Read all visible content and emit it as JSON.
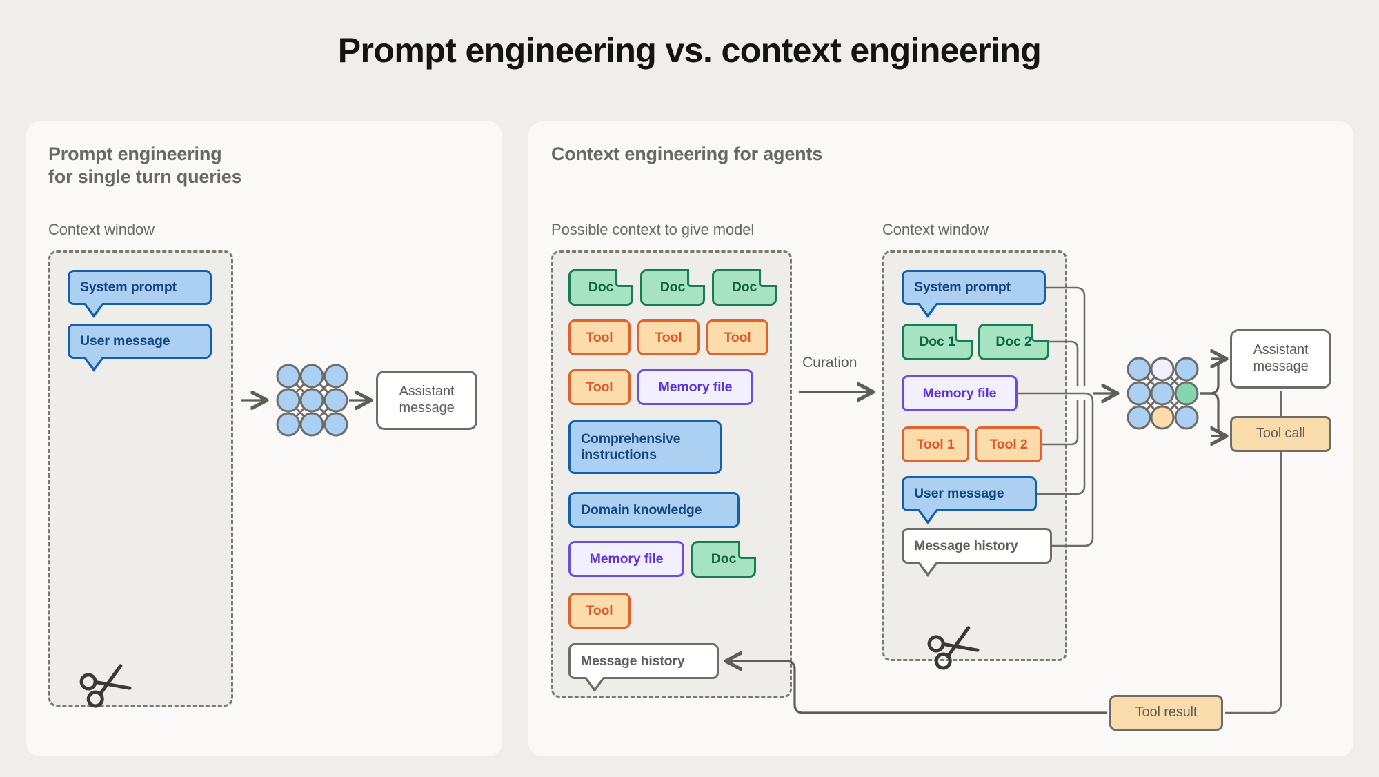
{
  "title": "Prompt engineering vs. context engineering",
  "colors": {
    "background": "#f0eeea",
    "panel": "#faf9f7",
    "context_window_fill": "#efedea",
    "blue_fill": "#abd0f2",
    "blue_border": "#1560a8",
    "green_fill": "#a5e3c3",
    "green_border": "#177d52",
    "orange_fill": "#fcdcab",
    "orange_border": "#e2622e",
    "purple_fill": "#f2efff",
    "purple_border": "#6d4ce0",
    "tan_fill": "#f9dcab",
    "gray_border": "#6e6c66",
    "text_gray": "#6a6862"
  },
  "left_panel": {
    "heading": "Prompt engineering\nfor single turn queries",
    "context_label": "Context window",
    "context_items": [
      {
        "label": "System prompt",
        "kind": "bubble-blue"
      },
      {
        "label": "User message",
        "kind": "bubble-blue"
      }
    ],
    "model_icon": "neural-network-icon",
    "output": {
      "label": "Assistant\nmessage",
      "kind": "box-white"
    },
    "trim_icon": "scissors-icon"
  },
  "right_panel": {
    "heading": "Context engineering for agents",
    "possible_context_label": "Possible context to give model",
    "context_label": "Context window",
    "curation_label": "Curation",
    "possible_context_items": [
      {
        "label": "Doc",
        "kind": "doc-green"
      },
      {
        "label": "Doc",
        "kind": "doc-green"
      },
      {
        "label": "Doc",
        "kind": "doc-green"
      },
      {
        "label": "Tool",
        "kind": "chip-orange"
      },
      {
        "label": "Tool",
        "kind": "chip-orange"
      },
      {
        "label": "Tool",
        "kind": "chip-orange"
      },
      {
        "label": "Tool",
        "kind": "chip-orange"
      },
      {
        "label": "Memory file",
        "kind": "chip-purple"
      },
      {
        "label": "Comprehensive\ninstructions",
        "kind": "chip-blue"
      },
      {
        "label": "Domain knowledge",
        "kind": "chip-blue"
      },
      {
        "label": "Memory file",
        "kind": "chip-purple"
      },
      {
        "label": "Doc",
        "kind": "doc-green"
      },
      {
        "label": "Tool",
        "kind": "chip-orange"
      },
      {
        "label": "Message history",
        "kind": "bubble-white"
      }
    ],
    "context_window_items": [
      {
        "label": "System prompt",
        "kind": "bubble-blue"
      },
      {
        "label": "Doc 1",
        "kind": "doc-green"
      },
      {
        "label": "Doc 2",
        "kind": "doc-green"
      },
      {
        "label": "Memory file",
        "kind": "chip-purple"
      },
      {
        "label": "Tool 1",
        "kind": "chip-orange"
      },
      {
        "label": "Tool 2",
        "kind": "chip-orange"
      },
      {
        "label": "User message",
        "kind": "bubble-blue"
      },
      {
        "label": "Message history",
        "kind": "bubble-white"
      }
    ],
    "model_icon": "neural-network-icon",
    "outputs": [
      {
        "label": "Assistant\nmessage",
        "kind": "box-white"
      },
      {
        "label": "Tool call",
        "kind": "chip-tan"
      }
    ],
    "feedback": {
      "label": "Tool result",
      "kind": "chip-tan"
    },
    "trim_icon": "scissors-icon"
  }
}
